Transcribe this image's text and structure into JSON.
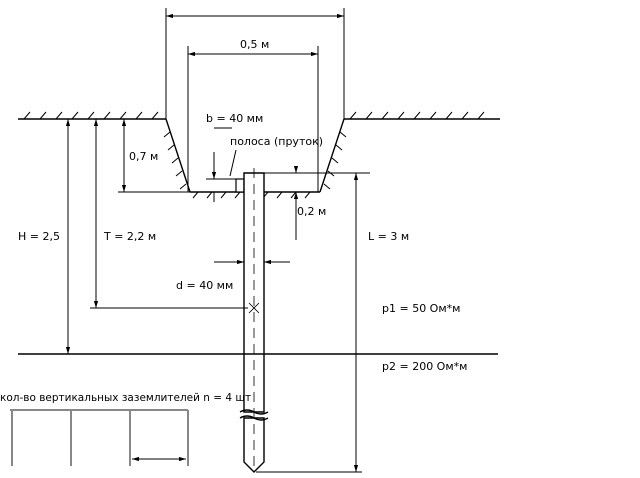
{
  "labels": {
    "top_width": "",
    "inner_width": "0,5 м",
    "strip_width": "b = 40 мм",
    "trench_depth": "0,7 м",
    "strip_label": "полоса (пруток)",
    "protrusion": "0,2 м",
    "h_total": "H = 2,5",
    "t_depth": "T = 2,2 м",
    "rod_length": "L = 3 м",
    "rod_diameter": "d = 40 мм",
    "rho1": "p1 = 50 Ом*м",
    "rho2": "p2 = 200 Ом*м",
    "count": "кол-во вертикальных заземлителей n = 4 шт"
  }
}
